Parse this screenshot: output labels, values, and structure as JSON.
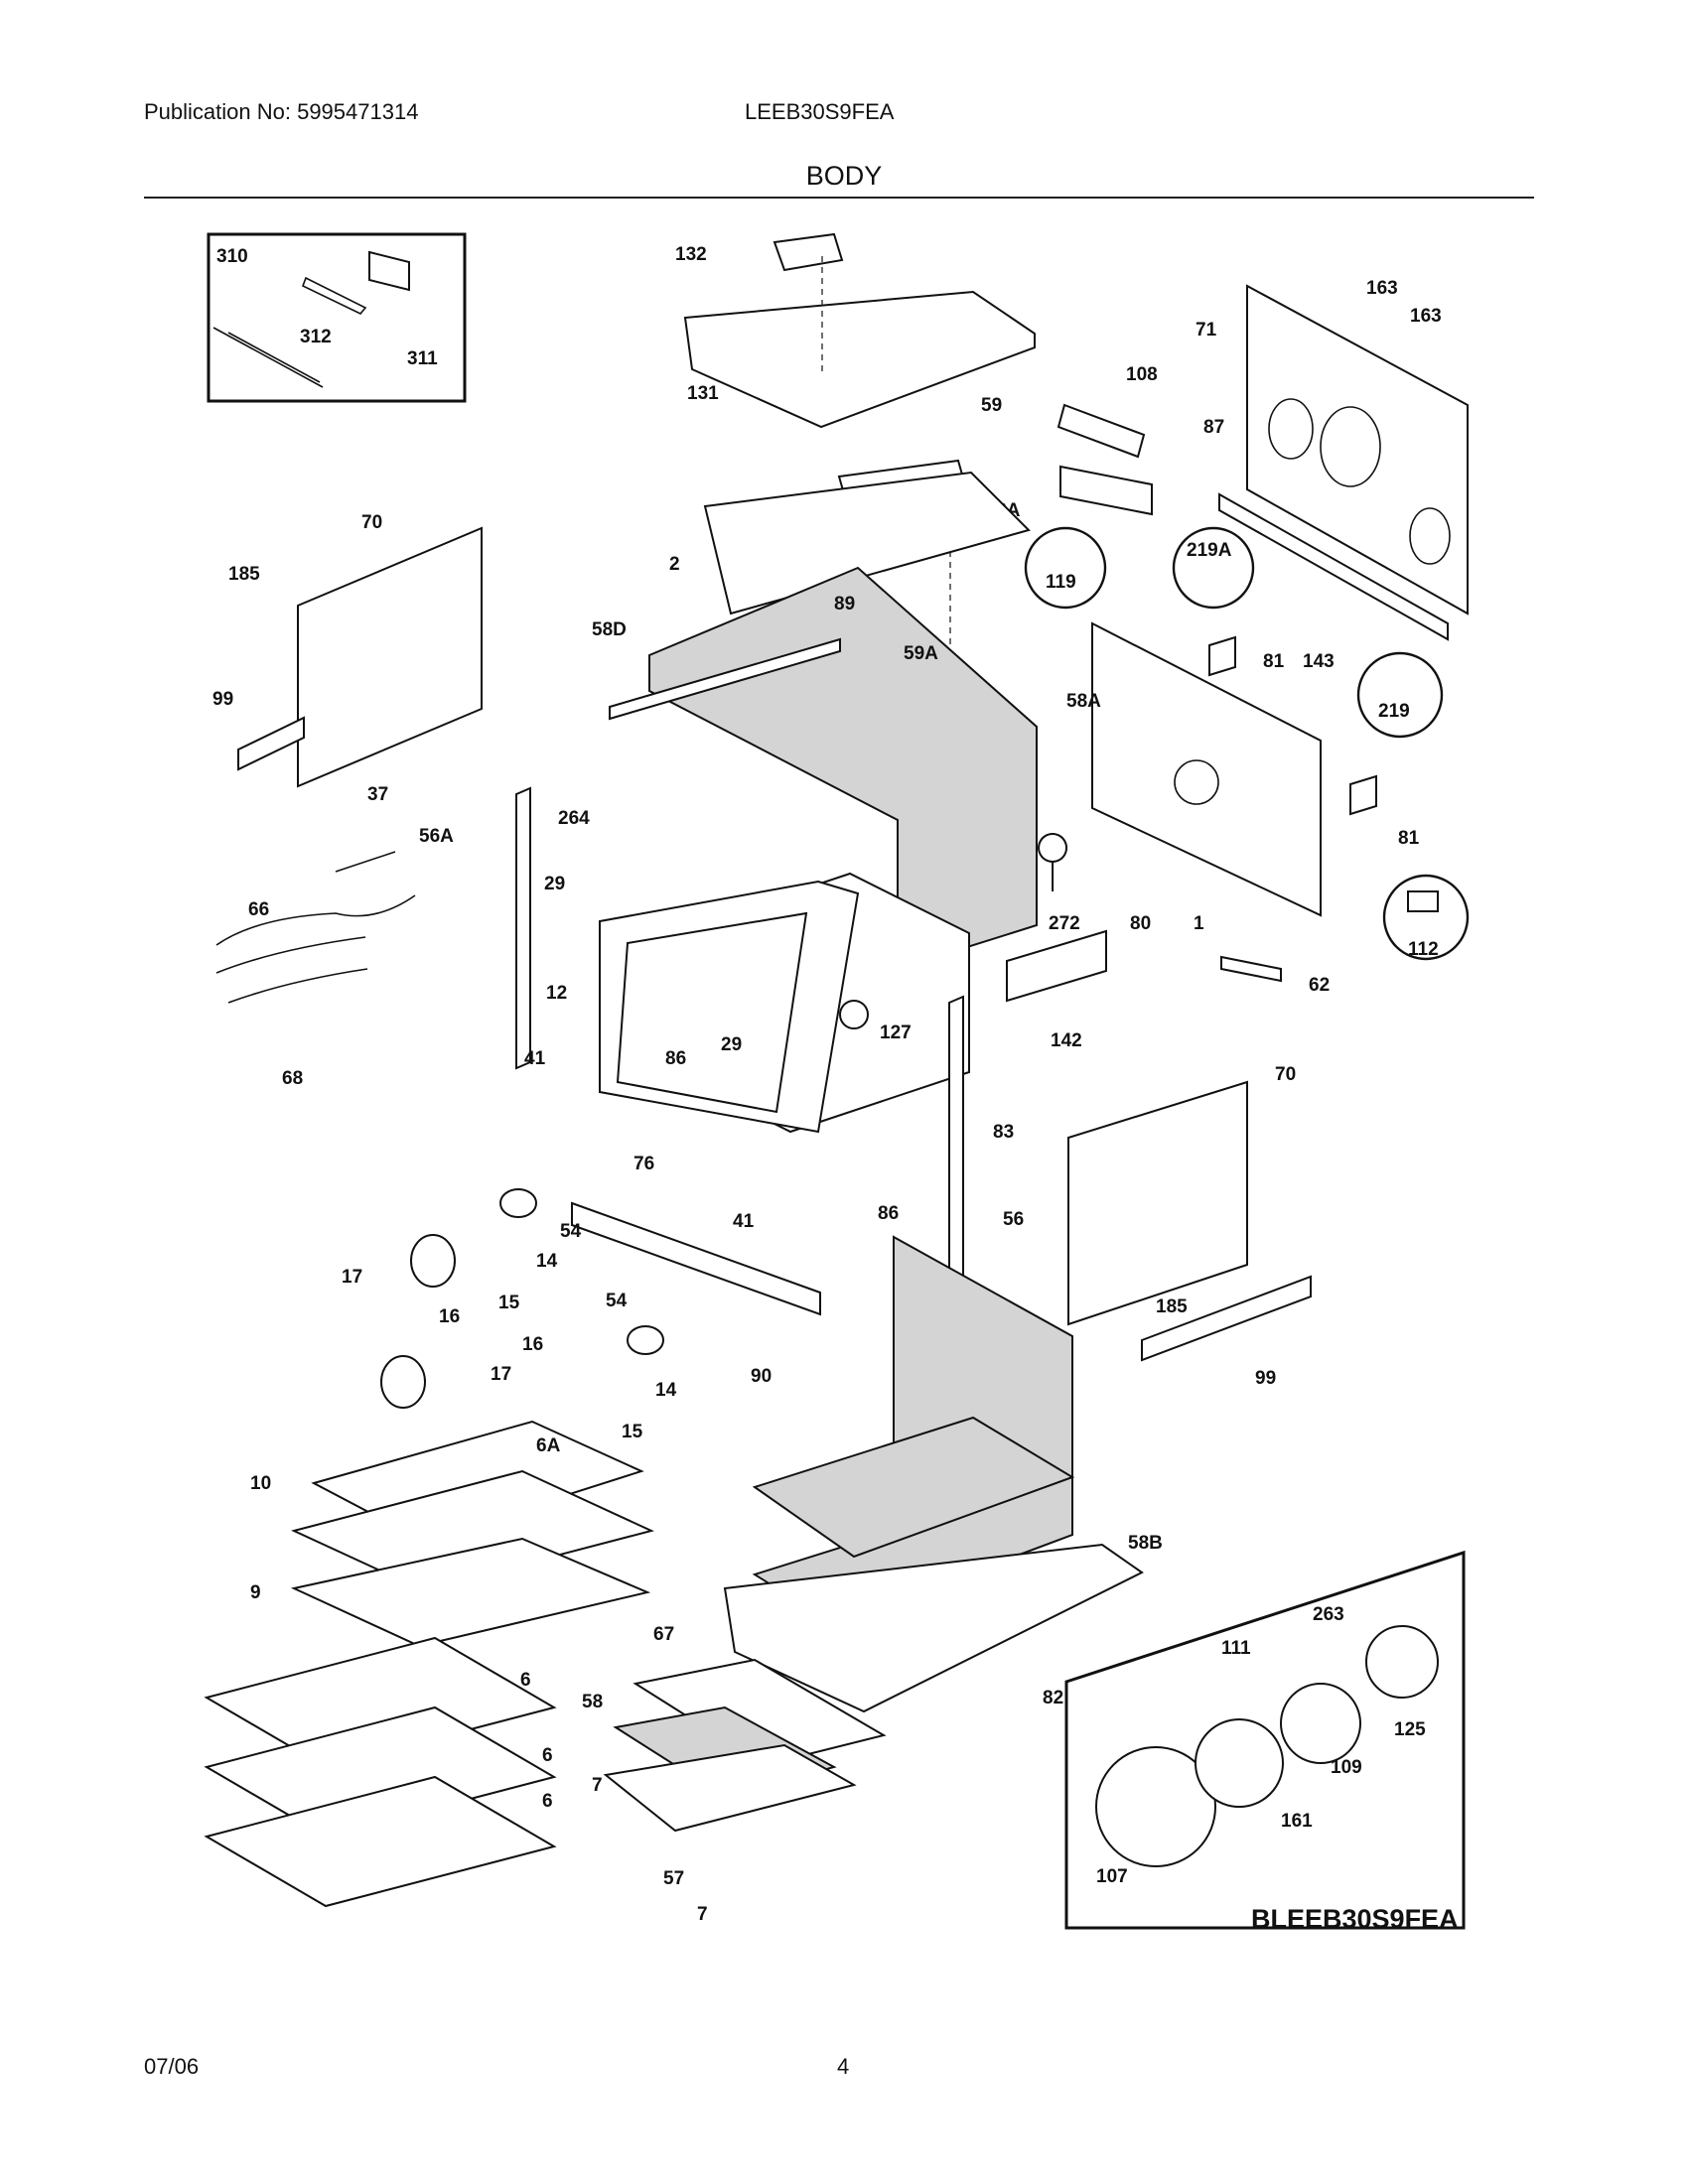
{
  "header": {
    "publication": "Publication No: 5995471314",
    "model": "LEEB30S9FEA",
    "title": "BODY"
  },
  "footer": {
    "date": "07/06",
    "page": "4"
  },
  "diagram": {
    "code": "BLEEB30S9FEA",
    "callouts": {
      "c310": "310",
      "c312": "312",
      "c311": "311",
      "c132": "132",
      "c131": "131",
      "c59": "59",
      "c163a": "163",
      "c163b": "163",
      "c71": "71",
      "c108": "108",
      "c108a": "108A",
      "c87": "87",
      "c119": "119",
      "c219a": "219A",
      "c219": "219",
      "c81a": "81",
      "c143": "143",
      "c81b": "81",
      "c112": "112",
      "c1": "1",
      "c80": "80",
      "c272": "272",
      "c62": "62",
      "c142": "142",
      "c70a": "70",
      "c185a": "185",
      "c99a": "99",
      "c2": "2",
      "c89": "89",
      "c58d": "58D",
      "c59a": "59A",
      "c58a": "58A",
      "c37": "37",
      "c56a": "56A",
      "c264": "264",
      "c66": "66",
      "c29a": "29",
      "c12": "12",
      "c68": "68",
      "c29b": "29",
      "c127": "127",
      "c41a": "41",
      "c86a": "86",
      "c76": "76",
      "c83": "83",
      "c70b": "70",
      "c185b": "185",
      "c99b": "99",
      "c17a": "17",
      "c16a": "16",
      "c15a": "15",
      "c14a": "14",
      "c54a": "54",
      "c41b": "41",
      "c86b": "86",
      "c56": "56",
      "c54b": "54",
      "c16b": "16",
      "c17b": "17",
      "c14b": "14",
      "c15b": "15",
      "c90": "90",
      "c6a": "6A",
      "c10": "10",
      "c9": "9",
      "c6a1": "6",
      "c6a2": "6",
      "c6a3": "6",
      "c58b": "58B",
      "c67": "67",
      "c58": "58",
      "c82": "82",
      "c7a": "7",
      "c57": "57",
      "c7b": "7",
      "c263": "263",
      "c111": "111",
      "c125": "125",
      "c109": "109",
      "c161": "161",
      "c107": "107"
    }
  }
}
